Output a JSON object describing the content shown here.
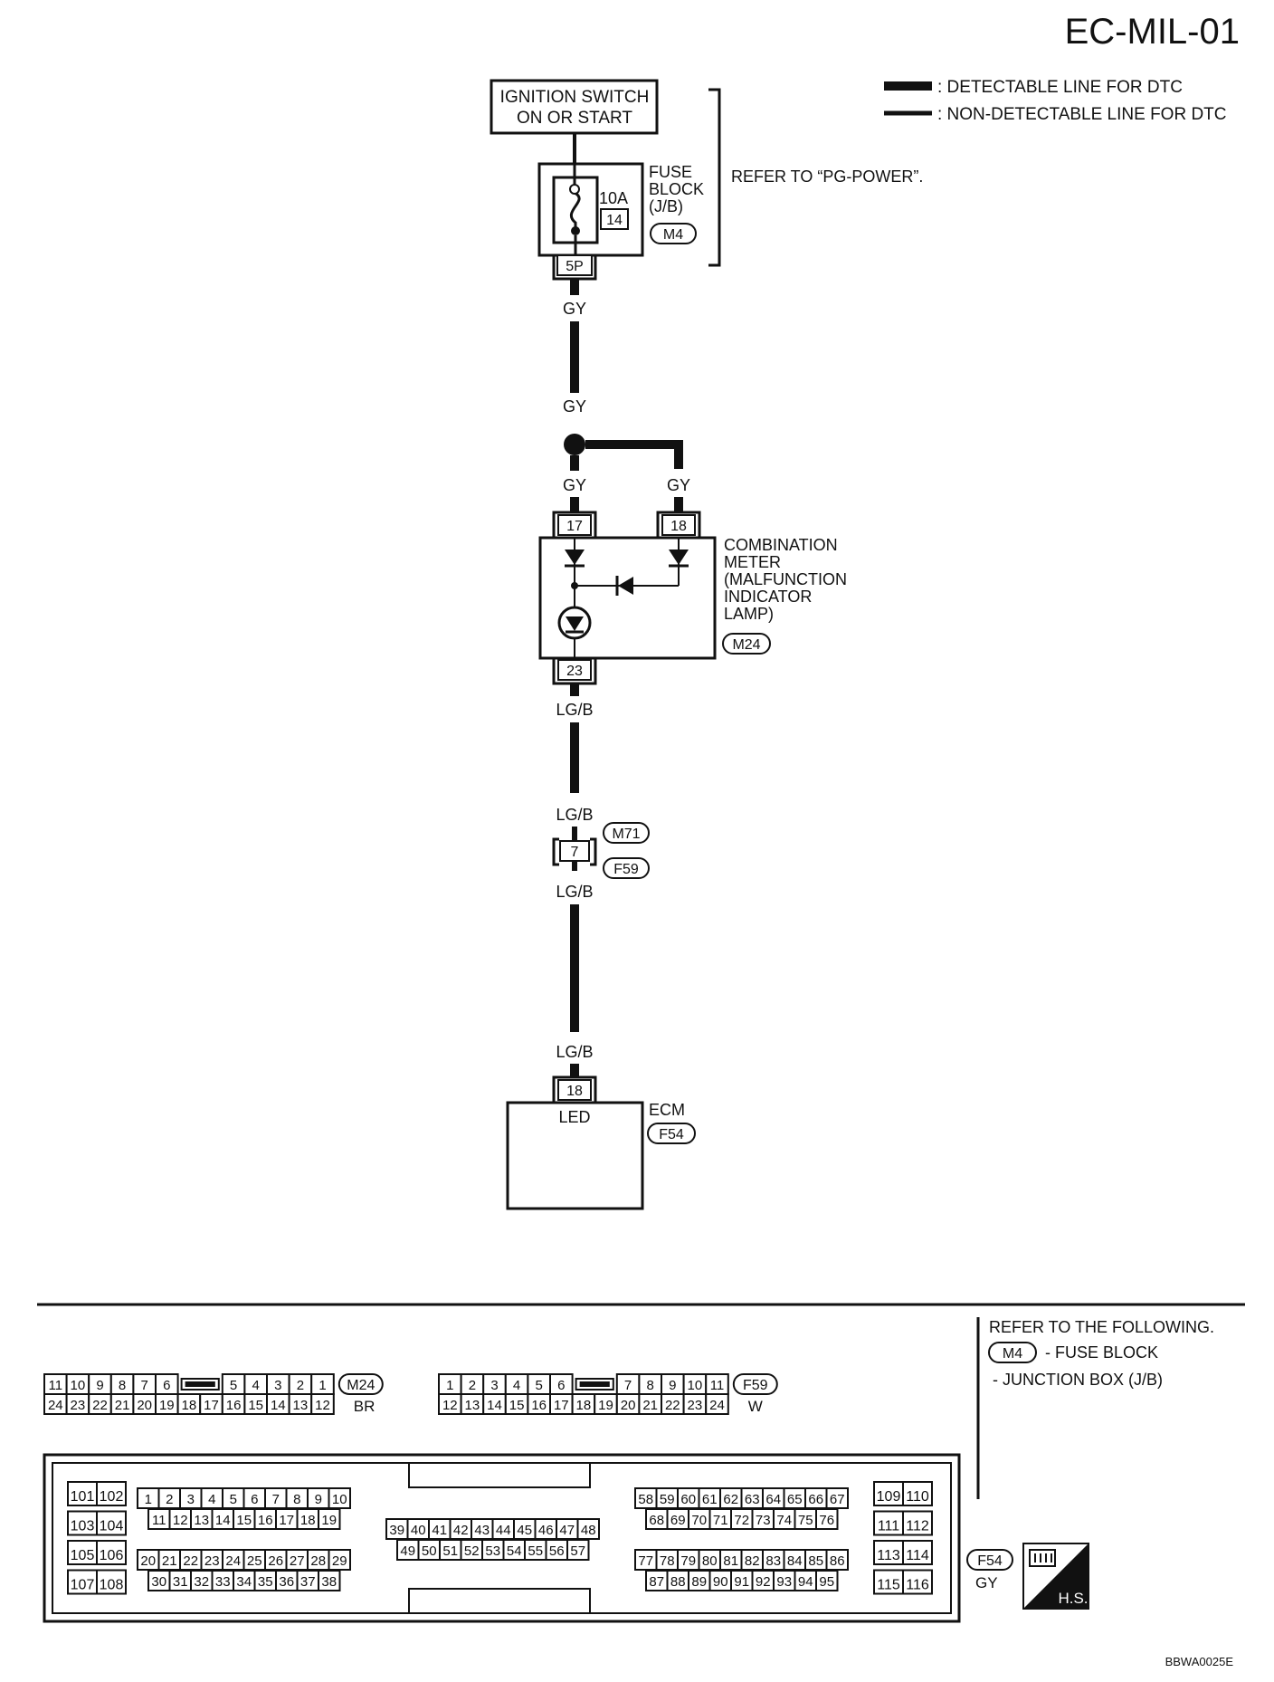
{
  "header": {
    "diagram_id": "EC-MIL-01",
    "code": "BBWA0025E"
  },
  "legend": {
    "detectable": ": DETECTABLE LINE FOR DTC",
    "non_detectable": ": NON-DETECTABLE LINE FOR DTC"
  },
  "ignition": {
    "line1": "IGNITION SWITCH",
    "line2": "ON OR START"
  },
  "fuse_block": {
    "label_lines": [
      "FUSE",
      "BLOCK",
      "(J/B)"
    ],
    "amperage": "10A",
    "fuse_no": "14",
    "connector": "M4",
    "terminal": "5P",
    "reference": "REFER TO “PG-POWER”."
  },
  "wires": {
    "gy_1": "GY",
    "gy_2": "GY",
    "gy_3": "GY",
    "gy_4": "GY",
    "lgb_1": "LG/B",
    "lgb_2": "LG/B",
    "lgb_3": "LG/B",
    "lgb_4": "LG/B"
  },
  "combination_meter": {
    "label_lines": [
      "COMBINATION",
      "METER",
      "(MALFUNCTION",
      "INDICATOR",
      "LAMP)"
    ],
    "connector": "M24",
    "terminal_in1": "17",
    "terminal_in2": "18",
    "terminal_out": "23"
  },
  "joint_connector": {
    "terminal": "7",
    "upper_connector": "M71",
    "lower_connector": "F59"
  },
  "ecm": {
    "label": "ECM",
    "connector": "F54",
    "terminal": "18",
    "pin_name": "LED"
  },
  "reference_box": {
    "title": "REFER TO THE FOLLOWING.",
    "connector": "M4",
    "item1": "- FUSE BLOCK",
    "item2": "- JUNCTION BOX (J/B)"
  },
  "connector_m24": {
    "id": "M24",
    "color": "BR",
    "top_left": [
      "11",
      "10",
      "9",
      "8",
      "7",
      "6"
    ],
    "top_right": [
      "5",
      "4",
      "3",
      "2",
      "1"
    ],
    "bottom": [
      "24",
      "23",
      "22",
      "21",
      "20",
      "19",
      "18",
      "17",
      "16",
      "15",
      "14",
      "13",
      "12"
    ]
  },
  "connector_f59": {
    "id": "F59",
    "color": "W",
    "top_left": [
      "1",
      "2",
      "3",
      "4",
      "5",
      "6"
    ],
    "top_right": [
      "7",
      "8",
      "9",
      "10",
      "11"
    ],
    "bottom": [
      "12",
      "13",
      "14",
      "15",
      "16",
      "17",
      "18",
      "19",
      "20",
      "21",
      "22",
      "23",
      "24"
    ]
  },
  "connector_f54": {
    "id": "F54",
    "color": "GY",
    "col_a": [
      [
        "101",
        "102"
      ],
      [
        "103",
        "104"
      ],
      [
        "105",
        "106"
      ],
      [
        "107",
        "108"
      ]
    ],
    "g1_row1": [
      "1",
      "2",
      "3",
      "4",
      "5",
      "6",
      "7",
      "8",
      "9",
      "10"
    ],
    "g1_row2": [
      "11",
      "12",
      "13",
      "14",
      "15",
      "16",
      "17",
      "18",
      "19"
    ],
    "g1_row3": [
      "20",
      "21",
      "22",
      "23",
      "24",
      "25",
      "26",
      "27",
      "28",
      "29"
    ],
    "g1_row4": [
      "30",
      "31",
      "32",
      "33",
      "34",
      "35",
      "36",
      "37",
      "38"
    ],
    "g2_row1": [
      "39",
      "40",
      "41",
      "42",
      "43",
      "44",
      "45",
      "46",
      "47",
      "48"
    ],
    "g2_row2": [
      "49",
      "50",
      "51",
      "52",
      "53",
      "54",
      "55",
      "56",
      "57"
    ],
    "g3_row1": [
      "58",
      "59",
      "60",
      "61",
      "62",
      "63",
      "64",
      "65",
      "66",
      "67"
    ],
    "g3_row2": [
      "68",
      "69",
      "70",
      "71",
      "72",
      "73",
      "74",
      "75",
      "76"
    ],
    "g3_row3": [
      "77",
      "78",
      "79",
      "80",
      "81",
      "82",
      "83",
      "84",
      "85",
      "86"
    ],
    "g3_row4": [
      "87",
      "88",
      "89",
      "90",
      "91",
      "92",
      "93",
      "94",
      "95"
    ],
    "col_b": [
      [
        "109",
        "110"
      ],
      [
        "111",
        "112"
      ],
      [
        "113",
        "114"
      ],
      [
        "115",
        "116"
      ]
    ]
  },
  "hs_icon": {
    "label": "H.S."
  }
}
